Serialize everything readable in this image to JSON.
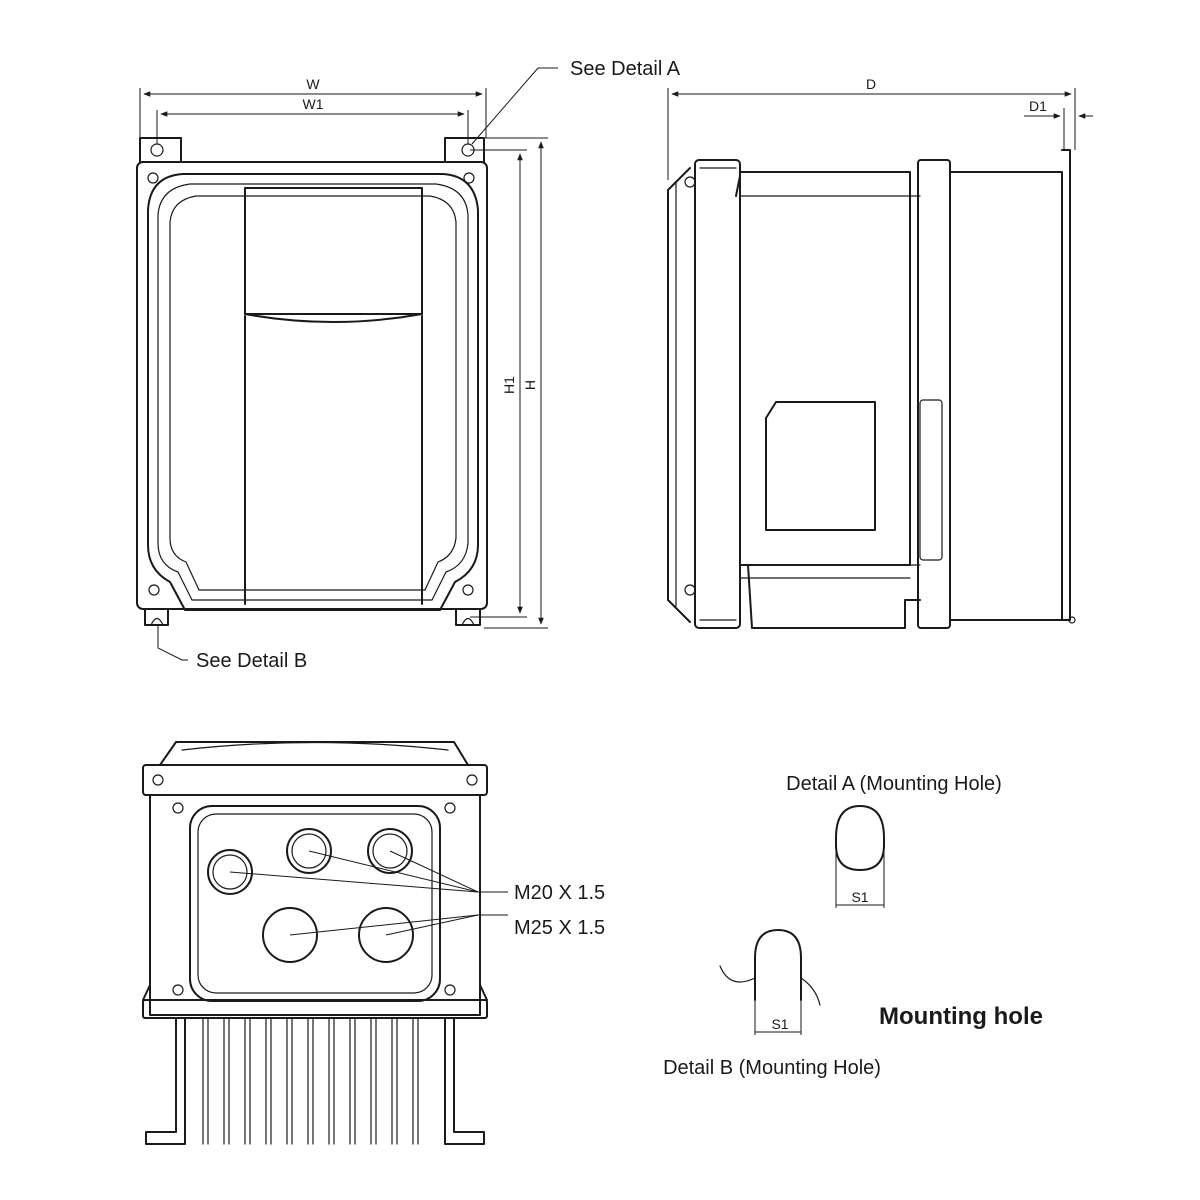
{
  "diagram": {
    "front_view": {
      "width_label": "W",
      "width1_label": "W1",
      "height_label": "H",
      "height1_label": "H1",
      "callout_a": "See Detail A",
      "callout_b": "See Detail B"
    },
    "side_view": {
      "depth_label": "D",
      "depth1_label": "D1"
    },
    "bottom_view": {
      "gland_m20": "M20 X 1.5",
      "gland_m25": "M25 X 1.5"
    },
    "detail_a": {
      "title": "Detail A (Mounting Hole)",
      "dim_label": "S1"
    },
    "detail_b": {
      "title": "Detail B (Mounting Hole)",
      "dim_label": "S1"
    },
    "heading": "Mounting hole"
  }
}
